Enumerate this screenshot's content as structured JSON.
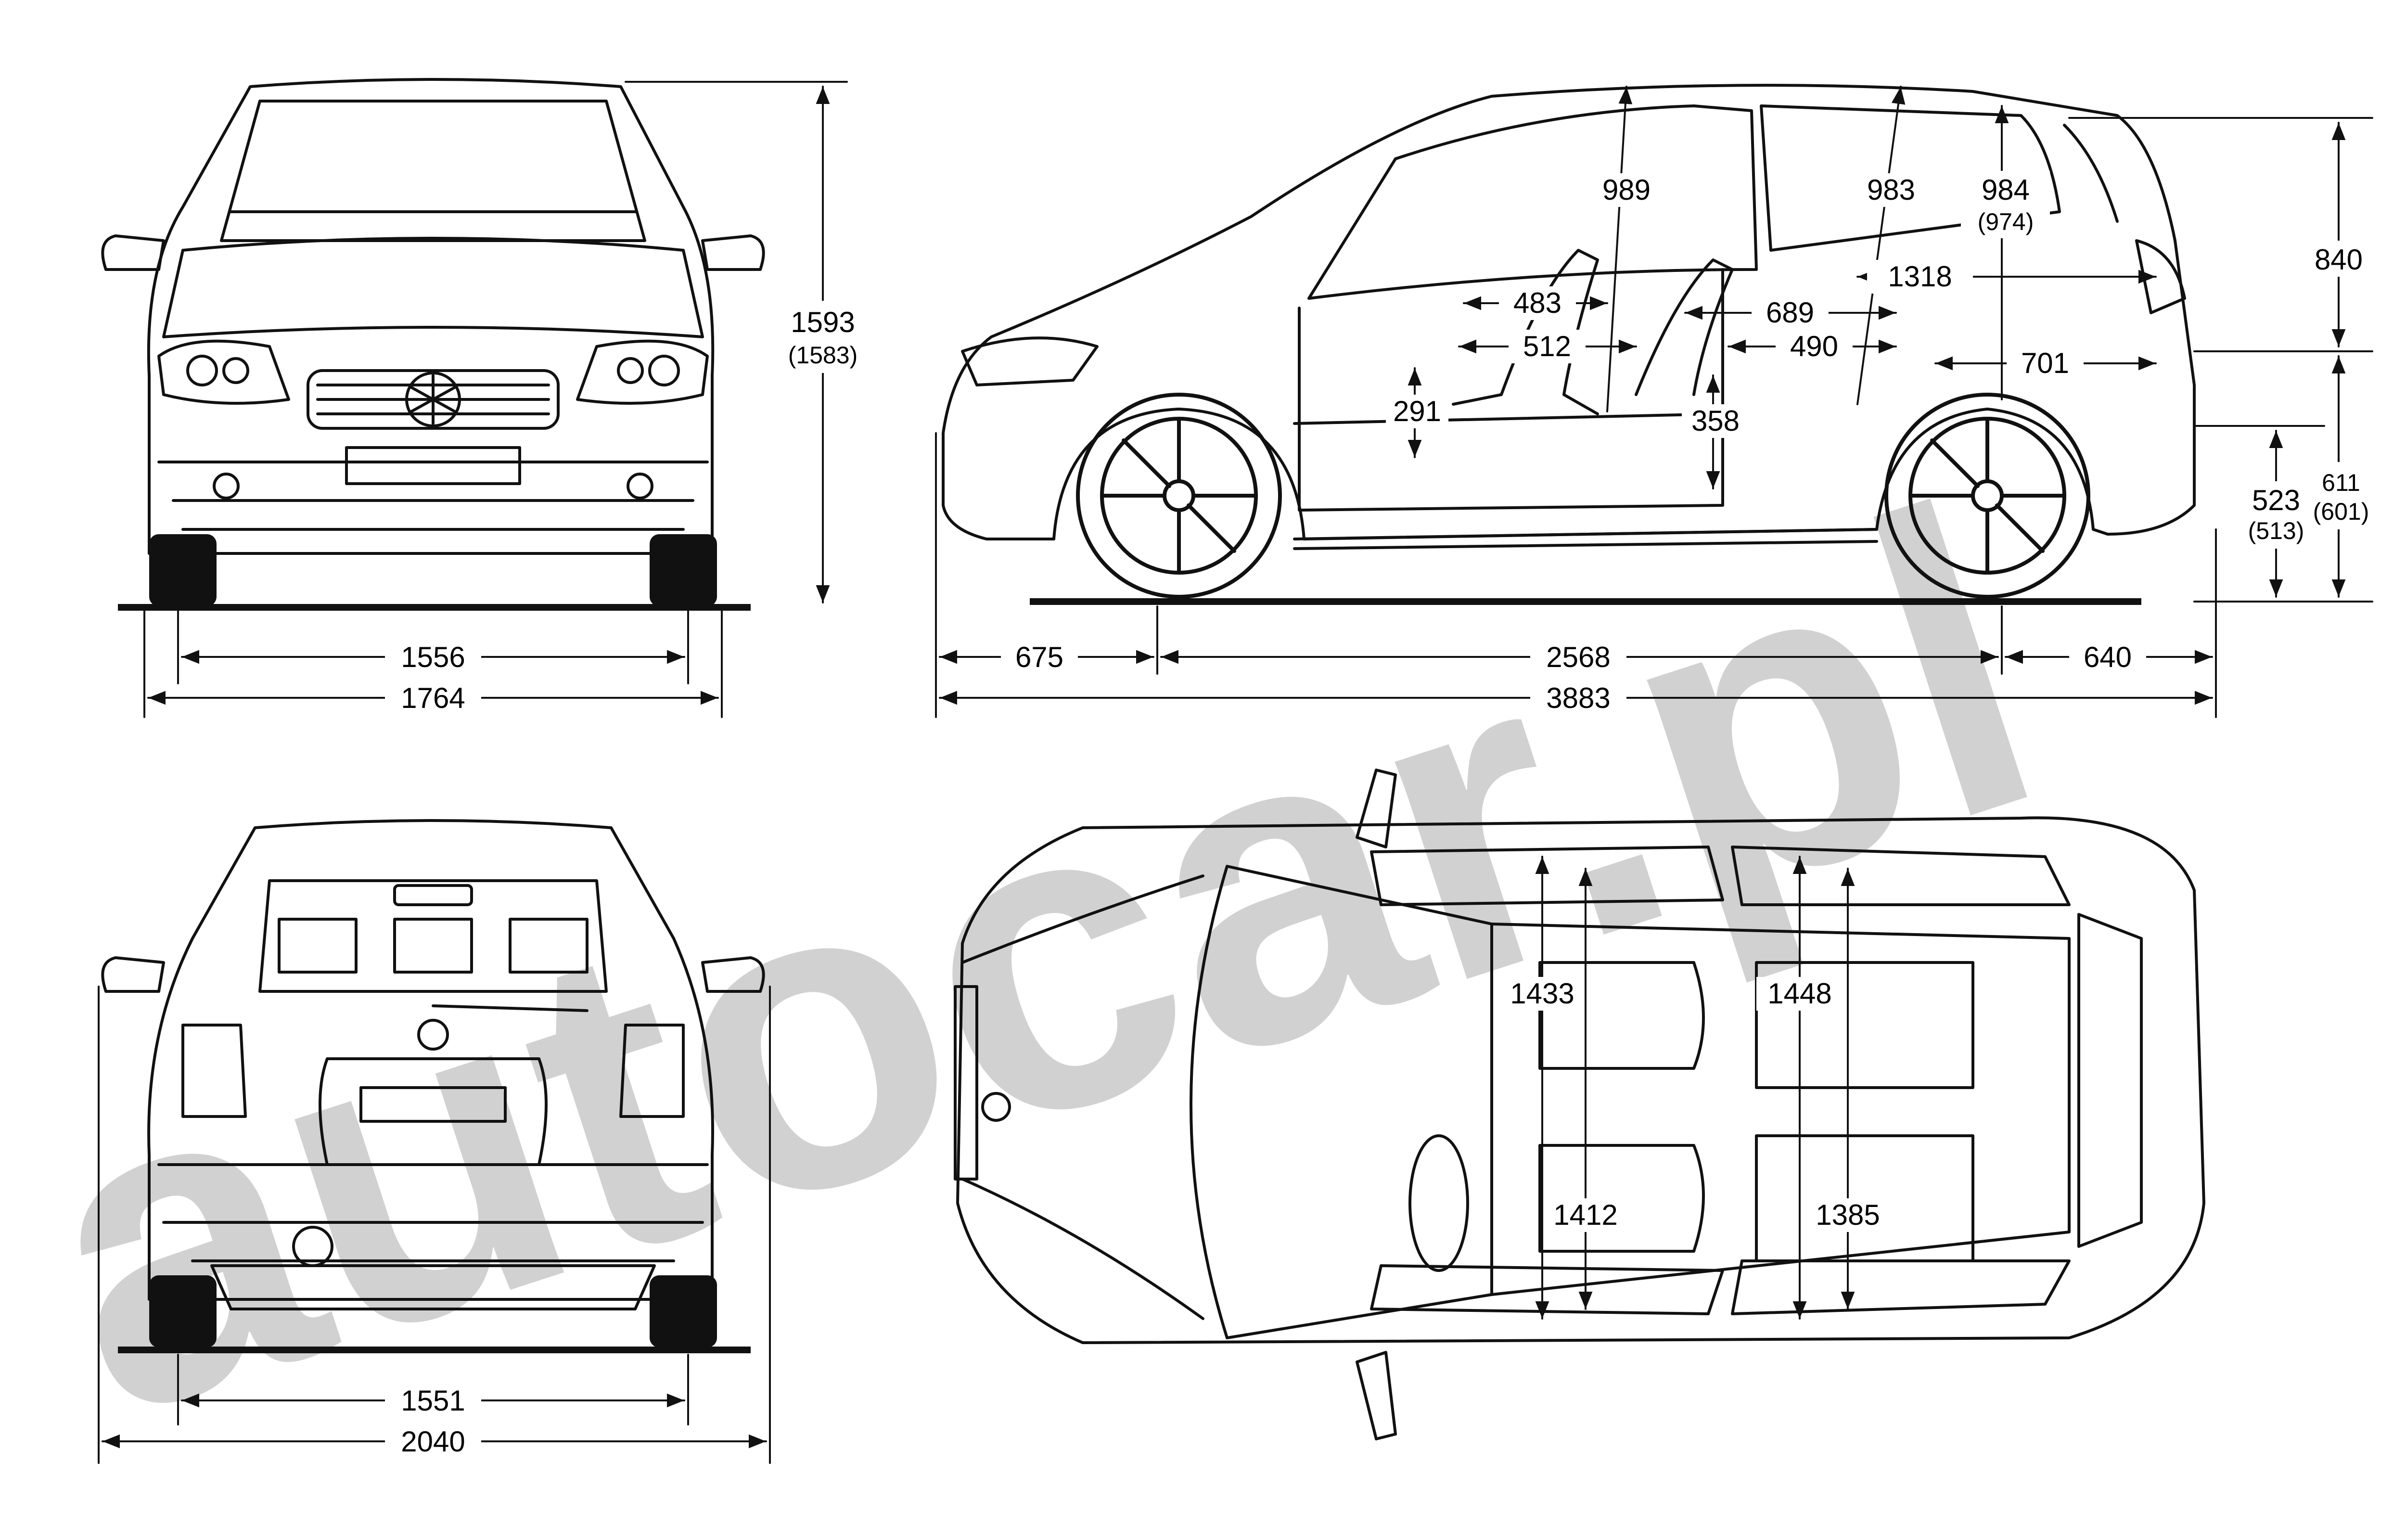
{
  "watermark": {
    "text": "autocar.pl"
  },
  "colors": {
    "ink": "#111111",
    "watermark": "#c9c9c9",
    "background": "#ffffff"
  },
  "front_view": {
    "height": "1593",
    "height_alt": "(1583)",
    "front_track": "1556",
    "body_width": "1764"
  },
  "side_view": {
    "front_overhang": "675",
    "wheelbase": "2568",
    "rear_overhang": "640",
    "overall_length": "3883",
    "front_headroom": "989",
    "rear_headroom": "983",
    "rear_headroom_2": "984",
    "rear_headroom_2_alt": "(974)",
    "luggage_height": "840",
    "front_legroom_a": "483",
    "front_legroom_b": "512",
    "rear_legroom_a": "689",
    "rear_legroom_b": "490",
    "cargo_length": "1318",
    "cargo_floor": "701",
    "seat_height_front": "291",
    "seat_height_rear": "358",
    "loading_sill": "523",
    "loading_sill_alt": "(513)",
    "load_height": "611",
    "load_height_alt": "(601)"
  },
  "rear_view": {
    "rear_track": "1551",
    "width_with_mirrors": "2040"
  },
  "top_view": {
    "front_shoulder": "1433",
    "rear_shoulder": "1448",
    "front_elbow": "1412",
    "rear_elbow": "1385"
  }
}
